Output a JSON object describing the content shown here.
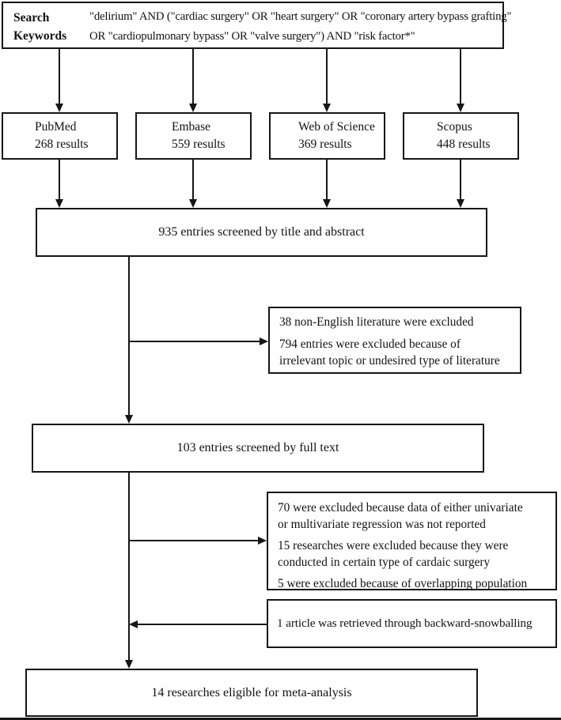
{
  "search": {
    "label": "Search Keywords",
    "query_line1": "\"delirium\" AND (\"cardiac surgery\" OR \"heart surgery\" OR \"coronary artery bypass grafting\"",
    "query_line2": "OR \"cardiopulmonary bypass\" OR \"valve surgery\") AND \"risk factor*\""
  },
  "databases": [
    {
      "name": "PubMed",
      "results": "268 results"
    },
    {
      "name": "Embase",
      "results": "559 results"
    },
    {
      "name": "Web of Science",
      "results": "369 results"
    },
    {
      "name": "Scopus",
      "results": "448 results"
    }
  ],
  "screening": {
    "title_abstract": "935 entries screened by title and abstract",
    "full_text": "103 entries screened by full text",
    "final": "14 researches eligible for meta-analysis"
  },
  "exclusions": {
    "title_abstract": {
      "para1_line1": "38 non-English literature were excluded",
      "para2_line1": "794 entries were excluded because of",
      "para2_line2": "irrelevant topic or undesired type of literature"
    },
    "full_text": {
      "para1_line1": "70 were excluded because data of either univariate",
      "para1_line2": "or multivariate regression was not reported",
      "para2_line1": "15 researches were excluded because they were",
      "para2_line2": "conducted in certain type of cardaic surgery",
      "para3_line1": "5 were excluded because of overlapping population"
    }
  },
  "snowballing": {
    "text": "1 article was retrieved through backward-snowballing"
  }
}
